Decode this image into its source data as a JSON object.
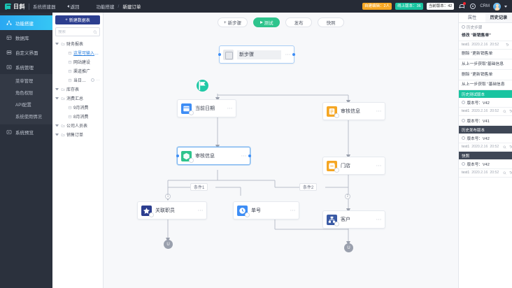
{
  "topbar": {
    "logo_text": "日斜",
    "product": "系统搭建器",
    "back_label": "返回",
    "breadcrumb": [
      "功能搭建",
      "新建订单"
    ],
    "breadcrumb_sep": "/",
    "badges": [
      {
        "text": "自建编辑：2人",
        "style": "orange"
      },
      {
        "text": "线上版本：36",
        "style": "green"
      },
      {
        "text": "当前版本：42",
        "style": "white"
      }
    ],
    "crm_label": "CRM",
    "bell_icon": "bell-icon",
    "gear_icon": "gear-icon",
    "avatar_icon": "avatar",
    "caret_icon": "chevron-down-icon"
  },
  "nav": {
    "items": [
      {
        "label": "功能搭建",
        "icon": "sitemap-icon",
        "active": true
      },
      {
        "label": "数据库",
        "icon": "database-icon",
        "active": false
      },
      {
        "label": "自定义界面",
        "icon": "layout-icon",
        "active": false
      },
      {
        "label": "系统管理",
        "icon": "settings-icon",
        "active": false
      }
    ],
    "sub_items": [
      {
        "label": "菜单管理"
      },
      {
        "label": "角色权限"
      },
      {
        "label": "API配置"
      },
      {
        "label": "系统使用情况"
      }
    ],
    "last_item": {
      "label": "系统预览",
      "icon": "preview-icon"
    }
  },
  "tree_panel": {
    "new_button": "新建数据表",
    "new_button_icon": "plus-icon",
    "search_placeholder": "搜索",
    "search_value": "",
    "search_icon": "search-icon",
    "nodes": [
      {
        "label": "财务报表",
        "depth": 0,
        "expanded": true,
        "selected": false
      },
      {
        "label": "这里可输入七个...",
        "depth": 1,
        "expanded": false,
        "selected": true
      },
      {
        "label": "网站建设",
        "depth": 1,
        "expanded": false,
        "selected": false
      },
      {
        "label": "渠道推广",
        "depth": 1,
        "expanded": false,
        "selected": false
      },
      {
        "label": "当日报价",
        "depth": 1,
        "expanded": false,
        "selected": false,
        "actions": true
      },
      {
        "label": "库存表",
        "depth": 0,
        "expanded": true,
        "selected": false
      },
      {
        "label": "消费汇总",
        "depth": 0,
        "expanded": true,
        "selected": false
      },
      {
        "label": "9月消费",
        "depth": 1,
        "expanded": false,
        "selected": false
      },
      {
        "label": "8月消费",
        "depth": 1,
        "expanded": false,
        "selected": false
      },
      {
        "label": "公司人员表",
        "depth": 0,
        "expanded": false,
        "selected": false
      },
      {
        "label": "销售订单",
        "depth": 0,
        "expanded": false,
        "selected": false
      }
    ]
  },
  "toolbar": {
    "buttons": [
      {
        "label": "新步骤",
        "icon": "plus-icon",
        "primary": false
      },
      {
        "label": "测试",
        "icon": "play-icon",
        "primary": true
      },
      {
        "label": "发布",
        "icon": "",
        "primary": false
      },
      {
        "label": "快照",
        "icon": "",
        "primary": false
      }
    ]
  },
  "flow": {
    "start_icon": "flag-icon",
    "editing_node": {
      "value": "新步骤",
      "icon": "cube-icon"
    },
    "nodes": [
      {
        "id": "n-date",
        "label": "当前日期",
        "icon": "calendar-icon",
        "color": "#3d8df5",
        "selected": false
      },
      {
        "id": "n-audit",
        "label": "审核信息",
        "icon": "cube-icon",
        "color": "#2fc48d",
        "selected": true
      },
      {
        "id": "n-staff",
        "label": "关联职员",
        "icon": "star-icon",
        "color": "#2c3e8f",
        "selected": false
      },
      {
        "id": "n-order",
        "label": "单号",
        "icon": "clock-icon",
        "color": "#3d8df5",
        "selected": false
      },
      {
        "id": "n-audit2",
        "label": "审核信息",
        "icon": "form-icon",
        "color": "#f5a623",
        "selected": false
      },
      {
        "id": "n-store",
        "label": "门店",
        "icon": "shop-icon",
        "color": "#f5a623",
        "selected": false
      },
      {
        "id": "n-customer",
        "label": "客户",
        "icon": "org-icon",
        "color": "#3b5ba5",
        "selected": false
      }
    ],
    "condition_labels": [
      "条件1",
      "条件2"
    ],
    "branch_markers": [
      "1",
      "2"
    ],
    "end_label": "U",
    "more_icon": "more-vertical-icon"
  },
  "right_panel": {
    "tabs": [
      {
        "label": "属性",
        "active": false
      },
      {
        "label": "历史记录",
        "active": true
      }
    ],
    "section_title": "历史步骤",
    "section_icon": "clock-icon",
    "entries": [
      {
        "title": "修改 \"新销售单\"",
        "user": "test1",
        "date": "2020.2.16",
        "time": "20:52",
        "undo": true,
        "search": false,
        "bold": true
      },
      {
        "title": "删除 \"更新销售单",
        "user": "",
        "date": "",
        "time": "",
        "undo": false,
        "search": false,
        "bold": false
      },
      {
        "title": "从上一步获取\"基础信息",
        "user": "",
        "date": "",
        "time": "",
        "undo": false,
        "search": false,
        "bold": false
      },
      {
        "title": "删除 \"更新销售单",
        "user": "",
        "date": "",
        "time": "",
        "undo": false,
        "search": false,
        "bold": false
      },
      {
        "title": "从上一步获取 \"基础信息",
        "user": "",
        "date": "",
        "time": "",
        "undo": false,
        "search": false,
        "bold": false
      }
    ],
    "version_groups": [
      {
        "band": "历史测试版本",
        "band_style": "green",
        "rows": [
          {
            "version": "版本号：V42",
            "user": "test1",
            "date": "2020.2.16",
            "time": "20:52",
            "has_icons": true
          },
          {
            "version": "版本号：V41",
            "user": "",
            "date": "",
            "time": "",
            "has_icons": false
          }
        ]
      },
      {
        "band": "历史发布版本",
        "band_style": "dark",
        "rows": [
          {
            "version": "版本号：V42",
            "user": "test1",
            "date": "2020.2.16",
            "time": "20:52",
            "has_icons": true
          }
        ]
      },
      {
        "band": "快照",
        "band_style": "dark",
        "rows": [
          {
            "version": "版本号：V42",
            "user": "test1",
            "date": "2020.2.16",
            "time": "20:52",
            "has_icons": true
          }
        ]
      }
    ]
  }
}
